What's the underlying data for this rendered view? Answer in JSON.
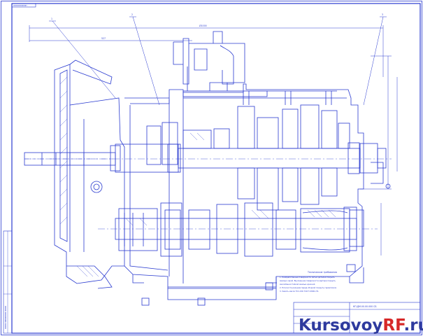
{
  "stamp": {
    "top_left": "ΠΠΠΠΠΠΠΠΠΠ"
  },
  "side_stamp": {
    "label": "ΠΠΠΠ ΠΠΠΠΠΠΠΠ ΠΠΠΠ"
  },
  "leaders": [
    "1",
    "2",
    "3"
  ],
  "dimensions": {
    "overall_width": "Ø1000",
    "left_length": "527"
  },
  "notes": {
    "heading": "Технические требования",
    "lines": [
      "1. Необработанные поверхности литых деталей покрыть",
      "эмалью серой. Внутренние поверхности картера покрыть",
      "маслобензостойкой эмалью красной.",
      "2. Плоскости разъема перед сборкой покрыть герметиком.",
      "3. Залить масло ТСп-15К ГОСТ 23652-79."
    ]
  },
  "title_block": {
    "code": "КП.ДМ.00.00.000 СБ"
  },
  "watermark": {
    "main": "Kursovoy",
    "accent": "RF",
    "suffix": ".ru"
  },
  "colors": {
    "line": "#2a3bd0",
    "accent": "#d62828",
    "brand": "#2e3a9e"
  }
}
